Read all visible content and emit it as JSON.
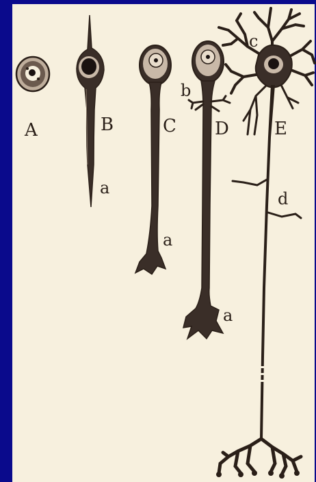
{
  "labels": {
    "A": "A",
    "B": "B",
    "C": "C",
    "D": "D",
    "E": "E",
    "a_B": "a",
    "a_C": "a",
    "a_D": "a",
    "b": "b",
    "c": "c",
    "d": "d"
  },
  "colors": {
    "frame": "#0a0a8c",
    "background": "#f7f0de",
    "ink": "#2a1f18",
    "cell_body": "#3a2e28",
    "nucleus": "#1a1210",
    "cytoplasm_light": "#c9b9a8"
  }
}
